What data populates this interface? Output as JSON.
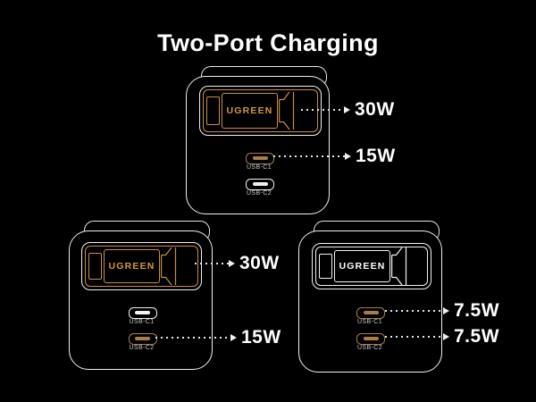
{
  "title": "Two-Port Charging",
  "colors": {
    "background": "#000000",
    "outline_white": "#f2f2f2",
    "brand_amber": "#d6973f",
    "port_amber": "#a87e4c",
    "port_label_gray": "#c9c9c9",
    "wattage_text": "#ffffff"
  },
  "chargers": [
    {
      "name": "top-charger",
      "brand": "UGREEN",
      "ports": [
        {
          "label": "USB-C1",
          "state": "active"
        },
        {
          "label": "USB-C2",
          "state": "idle"
        }
      ],
      "annotations": [
        {
          "target": "plug-display",
          "value": "30W"
        },
        {
          "target": "USB-C1",
          "value": "15W"
        }
      ]
    },
    {
      "name": "bottom-left-charger",
      "brand": "UGREEN",
      "ports": [
        {
          "label": "USB-C1",
          "state": "idle"
        },
        {
          "label": "USB-C2",
          "state": "active"
        }
      ],
      "annotations": [
        {
          "target": "plug-display",
          "value": "30W"
        },
        {
          "target": "USB-C2",
          "value": "15W"
        }
      ]
    },
    {
      "name": "bottom-right-charger",
      "brand": "UGREEN",
      "ports": [
        {
          "label": "USB-C1",
          "state": "active"
        },
        {
          "label": "USB-C2",
          "state": "active"
        }
      ],
      "annotations": [
        {
          "target": "USB-C1",
          "value": "7.5W"
        },
        {
          "target": "USB-C2",
          "value": "7.5W"
        }
      ]
    }
  ]
}
